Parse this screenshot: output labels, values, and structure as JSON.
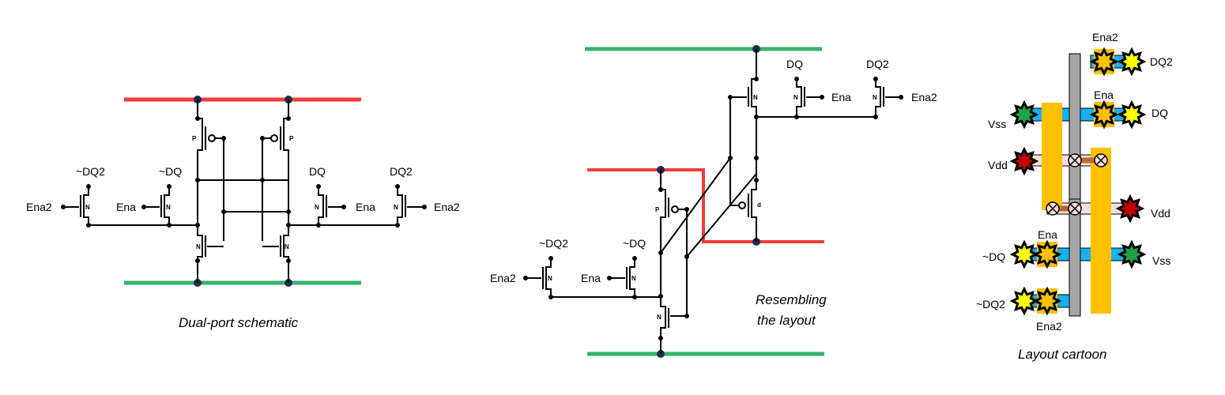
{
  "colors": {
    "vdd_rail": "#f03c3c",
    "vss_rail": "#34b36b",
    "node": "#1e2c4a",
    "wire": "#000000",
    "poly": "#ffc000",
    "metal": "#1ab0f0",
    "gate_bar": "#a6a6a6",
    "contact": "#b86a30",
    "star_green": "#21a24a",
    "star_red": "#c00000",
    "star_yellow": "#ffff00",
    "star_orange": "#ffc000"
  },
  "schematic": {
    "caption": "Dual-port schematic",
    "labels": {
      "ndq2": "~DQ2",
      "ndq": "~DQ",
      "dq": "DQ",
      "dq2": "DQ2",
      "ena2_left": "Ena2",
      "ena_left": "Ena",
      "ena_right": "Ena",
      "ena2_right": "Ena2"
    },
    "device_letters": {
      "pmos": "P",
      "nmos": "N"
    }
  },
  "layout_like": {
    "caption_line1": "Resembling",
    "caption_line2": "the layout",
    "labels": {
      "dq": "DQ",
      "dq2": "DQ2",
      "ena": "Ena",
      "ena2": "Ena2",
      "ndq2": "~DQ2",
      "ndq": "~DQ",
      "ena_low": "Ena",
      "ena2_low": "Ena2"
    },
    "device_letters": {
      "pmos": "P",
      "nmos": "N",
      "pmos2": "d"
    }
  },
  "cartoon": {
    "caption": "Layout cartoon",
    "labels": {
      "ena2_top": "Ena2",
      "dq2": "DQ2",
      "ena_top": "Ena",
      "dq": "DQ",
      "vss_left": "Vss",
      "vdd_left": "Vdd",
      "vdd_right": "Vdd",
      "ena_low": "Ena",
      "ndq": "~DQ",
      "vss_right": "Vss",
      "ndq2": "~DQ2",
      "ena2_bottom": "Ena2"
    }
  }
}
